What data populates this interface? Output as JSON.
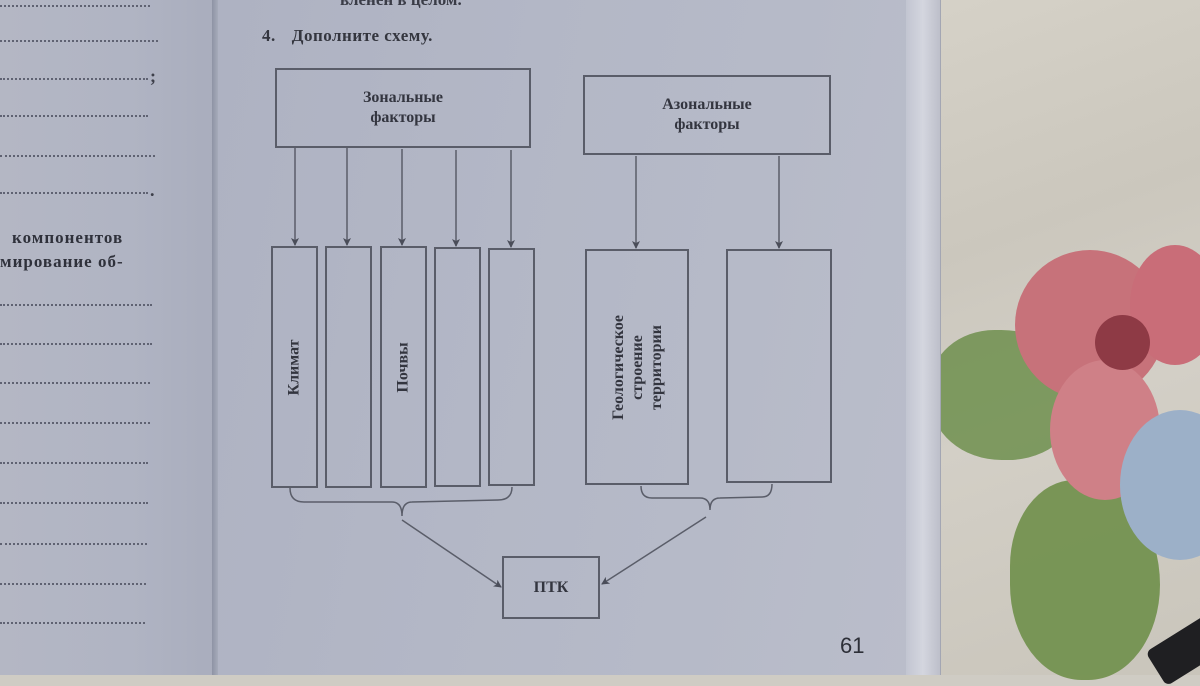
{
  "left_page": {
    "text_lines": [
      "компонентов",
      "мирование об-"
    ],
    "rule_marks": [
      ";",
      ".",
      ""
    ]
  },
  "right_page": {
    "cut_off_text": "вленен в целом.",
    "task": {
      "number": "4.",
      "instruction": "Дополните схему."
    },
    "diagram": {
      "zonal_header": "Зональные факторы",
      "azonal_header": "Азональные факторы",
      "zonal_items": [
        "Климат",
        "",
        "Почвы",
        "",
        ""
      ],
      "azonal_items": [
        "Геологическое строение территории",
        ""
      ],
      "result": "ПТК"
    },
    "page_number": "61"
  },
  "colors": {
    "ink": "#33353f",
    "line": "#5a5d69",
    "paper": "#b3b7c6"
  }
}
